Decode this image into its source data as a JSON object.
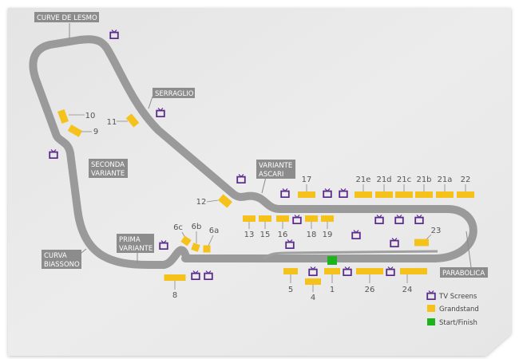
{
  "corners": {
    "lesmo": [
      "CURVE DE LESMO"
    ],
    "serraglio": [
      "SERRAGLIO"
    ],
    "seconda_variante": [
      "SECONDA",
      "VARIANTE"
    ],
    "variante_ascari": [
      "VARIANTE",
      "ASCARI"
    ],
    "prima_variante": [
      "PRIMA",
      "VARIANTE"
    ],
    "curva_biassono": [
      "CURVA",
      "BIASSONO"
    ],
    "parabolica": [
      "PARABOLICA"
    ]
  },
  "grandstands": {
    "g1": "1",
    "g4": "4",
    "g5": "5",
    "g6a": "6a",
    "g6b": "6b",
    "g6c": "6c",
    "g8": "8",
    "g9": "9",
    "g10": "10",
    "g11": "11",
    "g12": "12",
    "g13": "13",
    "g15": "15",
    "g16": "16",
    "g17": "17",
    "g18": "18",
    "g19": "19",
    "g21a": "21a",
    "g21b": "21b",
    "g21c": "21c",
    "g21d": "21d",
    "g21e": "21e",
    "g22": "22",
    "g23": "23",
    "g24": "24",
    "g26": "26"
  },
  "legend": {
    "tv": "TV Screens",
    "grandstand": "Grandstand",
    "start_finish": "Start/Finish"
  },
  "colors": {
    "track": "#9a9a9a",
    "grandstand": "#f5c21b",
    "tv": "#5a2a8c",
    "start_finish": "#1db31d",
    "label_bg": "#8c8c8c"
  }
}
